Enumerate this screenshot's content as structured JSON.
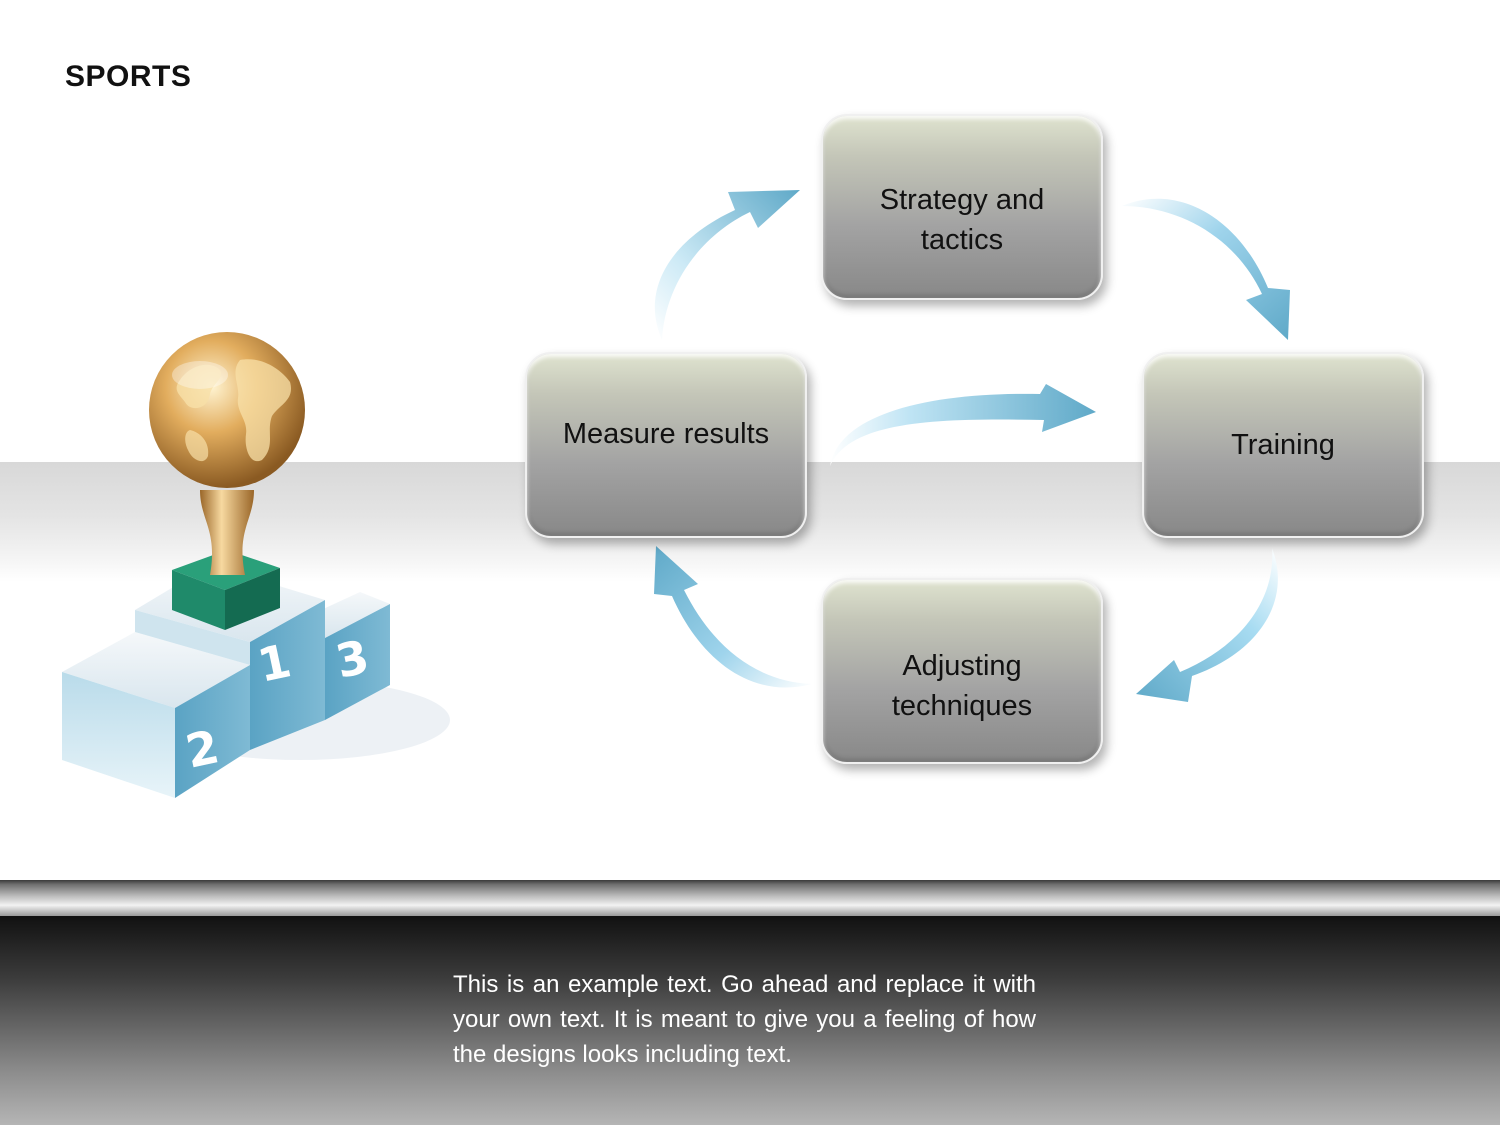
{
  "title": "SPORTS",
  "cycle": {
    "steps": [
      {
        "label": "Strategy and tactics"
      },
      {
        "label": "Training"
      },
      {
        "label": "Adjusting techniques"
      },
      {
        "label": "Measure results"
      }
    ]
  },
  "footer": {
    "text": "This is an example text. Go ahead and replace it with your own text. It is meant to give you a feeling of how the designs looks including text."
  },
  "podium": {
    "places": [
      "2",
      "1",
      "3"
    ]
  },
  "colors": {
    "arrow": "#5fa9c8",
    "arrow_light": "#cdeaf6",
    "podium": "#6fb0cd",
    "trophy": "#d9a45a",
    "trophy_base": "#1f8a6a"
  },
  "icons": {
    "trophy": "globe-trophy-icon",
    "podium": "podium-icon"
  }
}
